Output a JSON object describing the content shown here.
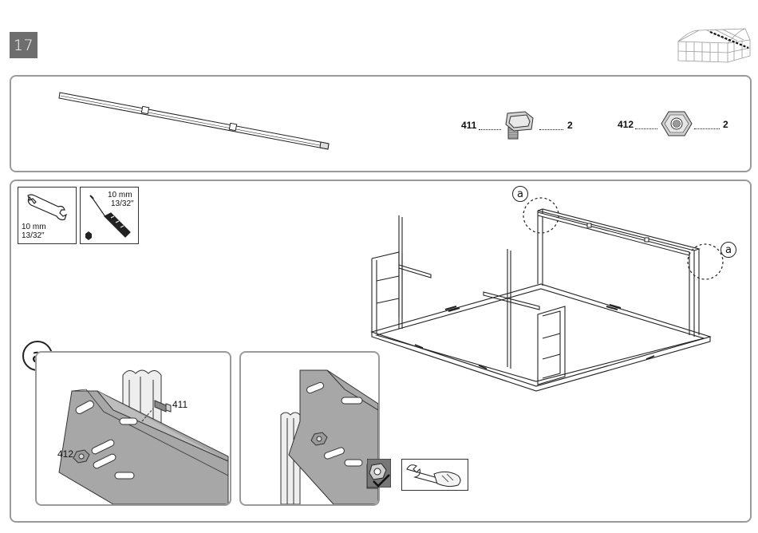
{
  "step": {
    "number": "17"
  },
  "parts": [
    {
      "code": "411",
      "qty": "2"
    },
    {
      "code": "412",
      "qty": "2"
    }
  ],
  "tools": {
    "wrench": {
      "size_mm": "10 mm",
      "size_in": "13/32\""
    },
    "nutdriver": {
      "size_mm": "10 mm",
      "size_in": "13/32\""
    }
  },
  "callouts": {
    "marker": "a",
    "detail_411": "411",
    "detail_412": "412"
  }
}
